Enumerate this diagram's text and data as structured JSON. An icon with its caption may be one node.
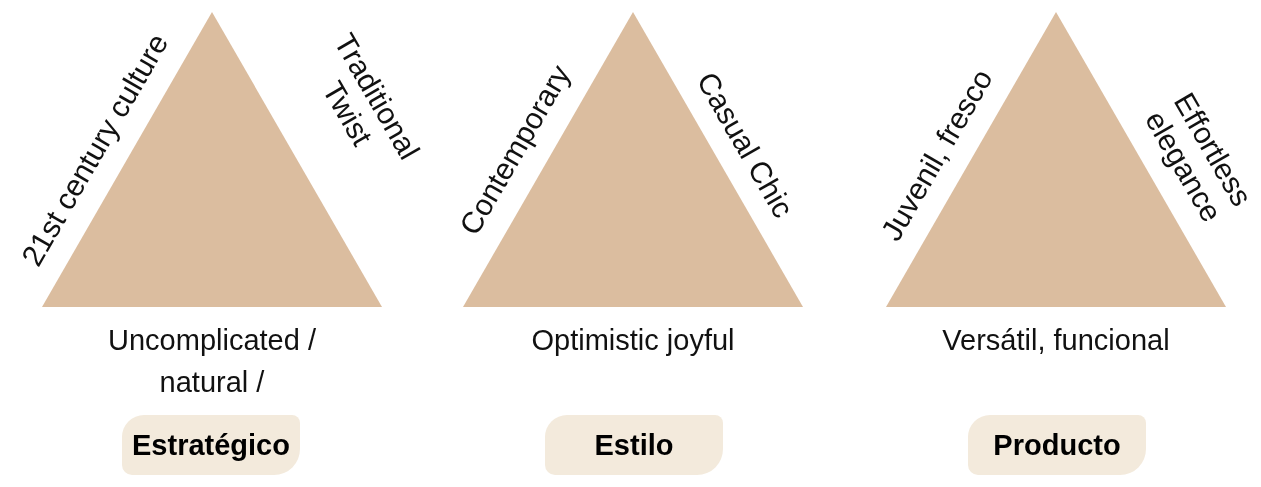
{
  "diagram": {
    "nodes": [
      {
        "text": [],
        "shape": "triangle",
        "beside": [
          "21st century culture",
          "Traditional Twist",
          "Uncomplicated / natural /"
        ]
      },
      {
        "text": [],
        "shape": "triangle",
        "beside": [
          "Contemporary",
          "Casual Chic",
          "Optimistic joyful"
        ]
      },
      {
        "text": [],
        "shape": "triangle",
        "beside": [
          "Juvenil, fresco",
          "Effortless elegance",
          "Versátil, funcional"
        ]
      },
      {
        "text": [
          "Estratégico"
        ]
      },
      {
        "text": [
          "Estilo"
        ]
      },
      {
        "text": [
          "Producto"
        ]
      }
    ],
    "edges": []
  }
}
